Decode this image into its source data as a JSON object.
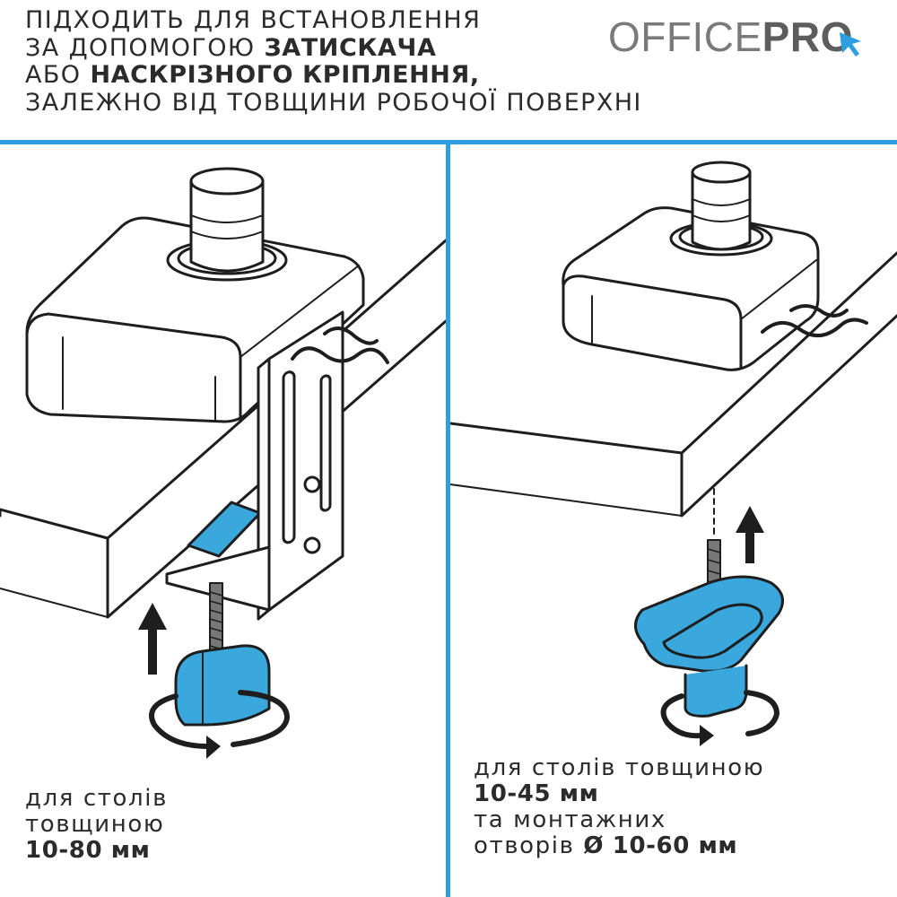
{
  "header": {
    "line1": "ПІДХОДИТЬ ДЛЯ ВСТАНОВЛЕННЯ",
    "line2_prefix": "ЗА ДОПОМОГОЮ ",
    "line2_bold": "ЗАТИСКАЧА",
    "line3_prefix": "АБО ",
    "line3_bold": "НАСКРІЗНОГО КРІПЛЕННЯ,",
    "line4": "ЗАЛЕЖНО ВІД ТОВЩИНИ РОБОЧОЇ ПОВЕРХНІ"
  },
  "logo": {
    "part1": "OFFICE",
    "part2": "PRO",
    "cursor_icon": "cursor-arrow-icon"
  },
  "colors": {
    "accent": "#2d9fe0",
    "part_blue": "#3aa7dd",
    "text": "#2b2b2b",
    "logo_gray": "#7a7a7a"
  },
  "left_panel": {
    "caption_line1": "для столів",
    "caption_line2": "товщиною",
    "caption_line3": "10-80 мм"
  },
  "right_panel": {
    "caption_line1": "для столів  товщиною",
    "caption_line2": "10-45 мм",
    "caption_line3": "та монтажних",
    "caption_line4_prefix": "отворів  ",
    "caption_line4_bold": "Ø 10-60 мм"
  }
}
